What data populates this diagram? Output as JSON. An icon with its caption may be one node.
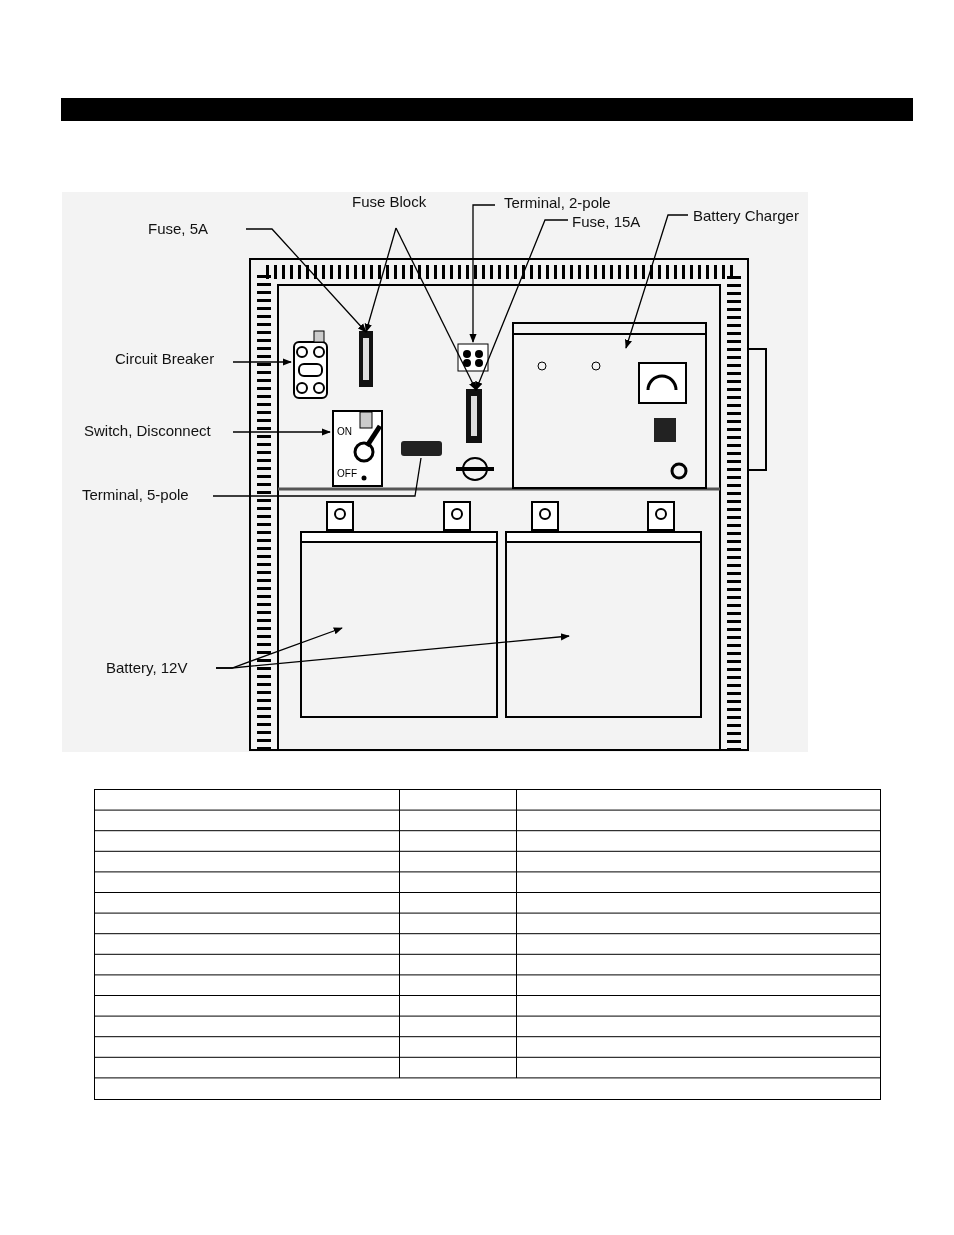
{
  "diagram": {
    "nodes": [
      {
        "text": [
          "Fuse Block"
        ]
      },
      {
        "text": [
          "Terminal, 2-pole"
        ]
      },
      {
        "text": [
          "Fuse, 15A"
        ]
      },
      {
        "text": [
          "Battery Charger"
        ]
      },
      {
        "text": [
          "Fuse, 5A"
        ]
      },
      {
        "text": [
          "Circuit Breaker"
        ]
      },
      {
        "text": [
          "Switch, Disconnect"
        ]
      },
      {
        "text": [
          "Terminal, 5-pole"
        ]
      },
      {
        "text": [
          "Battery, 12V"
        ]
      },
      {
        "text": [],
        "shape": "fuse"
      },
      {
        "text": [],
        "shape": "terminal"
      },
      {
        "text": [],
        "shape": "fuse"
      },
      {
        "text": [],
        "shape": "charger"
      },
      {
        "text": [],
        "shape": "breaker"
      },
      {
        "text": [
          "ON",
          "OFF"
        ]
      },
      {
        "text": [],
        "shape": "terminal-strip"
      },
      {
        "text": [],
        "shape": "battery"
      },
      {
        "text": [],
        "shape": "battery"
      }
    ],
    "edges": [
      {
        "from": 4,
        "to": 9,
        "arrow": "to"
      },
      {
        "from": 0,
        "to": 9,
        "arrow": "to"
      },
      {
        "from": 0,
        "to": 11,
        "arrow": "to"
      },
      {
        "from": 1,
        "to": 10,
        "arrow": "to"
      },
      {
        "from": 2,
        "to": 11,
        "arrow": "to"
      },
      {
        "from": 3,
        "to": 12,
        "arrow": "to"
      },
      {
        "from": 5,
        "to": 13,
        "arrow": "to"
      },
      {
        "from": 6,
        "to": 14,
        "arrow": "to"
      },
      {
        "from": 7,
        "to": 15,
        "arrow": "none"
      },
      {
        "from": 8,
        "to": 16,
        "arrow": "to"
      },
      {
        "from": 8,
        "to": 17,
        "arrow": "to"
      }
    ]
  }
}
